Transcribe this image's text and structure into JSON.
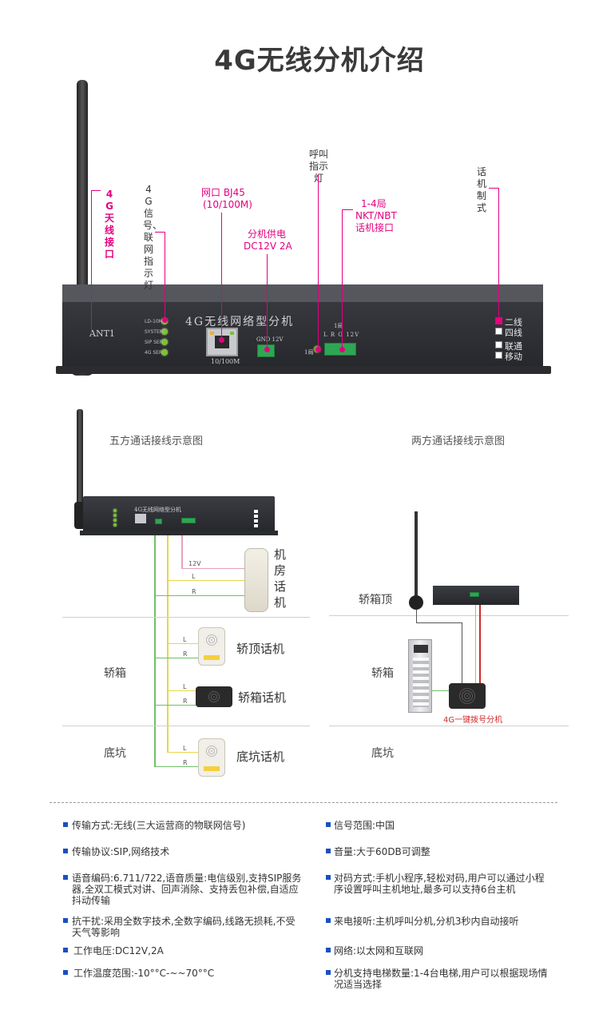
{
  "title": "4G无线分机介绍",
  "callouts": {
    "antenna": "4G天线接口",
    "indicator": "4G信号、联网指示灯",
    "net_port": "网口 BJ45",
    "net_speed": "(10/100M)",
    "power": "分机供电",
    "power_spec": "DC12V 2A",
    "call_light": "呼叫指示灯",
    "nkt": "1-4局",
    "nkt2": "NKT/NBT",
    "nkt3": "话机接口",
    "phone_mode": "话机制式"
  },
  "device": {
    "label": "4G无线网络型分机",
    "leds": [
      "LD-10M",
      "SYSTEM",
      "SIP SER",
      "4G SER"
    ],
    "port_label": "10/100M",
    "power_terms": "GND 12V",
    "line_terms": "L  R  G  12V",
    "line_head": "1局",
    "line_side": "1局",
    "antenna_mark": "ANT1",
    "switches": [
      "二线",
      "四线",
      "联通",
      "移动"
    ]
  },
  "diagram_left": {
    "caption": "五方通话接线示意图",
    "wires": [
      "12V",
      "L",
      "R"
    ],
    "zones": [
      "轿箱",
      "底坑"
    ],
    "machine_room": "机房话机",
    "car_top": "轿顶话机",
    "car": "轿箱话机",
    "pit": "底坑话机",
    "lr": [
      "L",
      "R"
    ]
  },
  "diagram_right": {
    "caption": "两方通话接线示意图",
    "zones": [
      "轿箱顶",
      "轿箱",
      "底坑"
    ],
    "unit_label": "4G一键拨号分机"
  },
  "specs_left": [
    "传输方式:无线(三大运营商的物联网信号)",
    "传输协议:SIP,网络技术",
    "语音编码:6.711/722,语音质量:电信级别,支持SIP服务器,全双工模式对讲、回声消除、支持丢包补偿,自适应抖动传输",
    "抗干扰:采用全数字技术,全数字编码,线路无损耗,不受天气等影响",
    "工作电压:DC12V,2A",
    "工作温度范围:-10°°C-~~70°°C"
  ],
  "specs_right": [
    "信号范围:中国",
    "音量:大于60DB可调整",
    "对码方式:手机小程序,轻松对码,用户可以通过小程序设置呼叫主机地址,最多可以支持6台主机",
    "来电接听:主机呼叫分机,分机3秒内自动接听",
    "网络:以太网和互联网",
    "分机支持电梯数量:1-4台电梯,用户可以根据现场情况适当选择"
  ],
  "colors": {
    "accent": "#e4007f",
    "bullet": "#1a4fc4",
    "terminal": "#2fa653"
  }
}
